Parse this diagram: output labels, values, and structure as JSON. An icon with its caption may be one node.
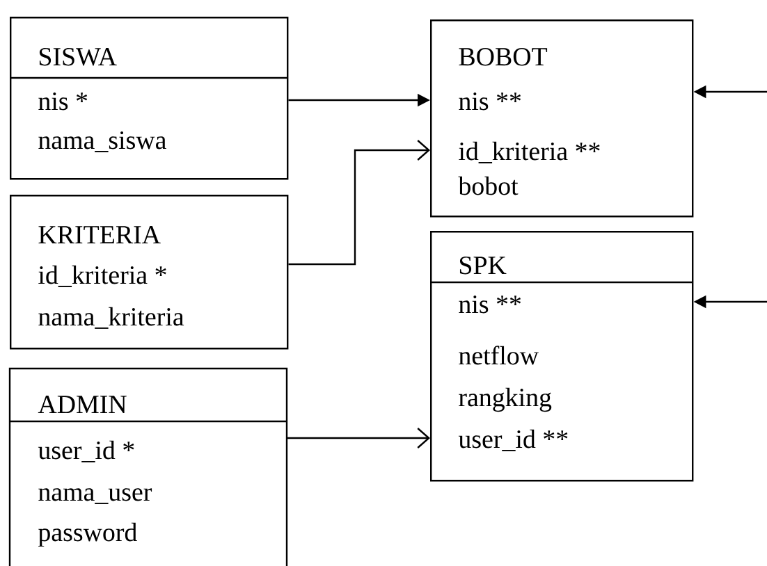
{
  "diagram": {
    "nodes": [
      {
        "text": [
          "SISWA",
          "nis *",
          "nama_siswa"
        ]
      },
      {
        "text": [
          "KRITERIA",
          "id_kriteria *",
          "nama_kriteria"
        ]
      },
      {
        "text": [
          "ADMIN",
          "user_id *",
          "nama_user",
          "password"
        ]
      },
      {
        "text": [
          "BOBOT",
          "nis **",
          "id_kriteria **",
          "bobot"
        ]
      },
      {
        "text": [
          "SPK",
          "nis **",
          "netflow",
          "rangking",
          "user_id **"
        ]
      }
    ],
    "edges": [
      {
        "from": 0,
        "to": 3,
        "arrow": "to"
      },
      {
        "from": 1,
        "to": 3,
        "arrow": "to"
      },
      {
        "from": 2,
        "to": 4,
        "arrow": "to"
      },
      {
        "from": null,
        "to": 3,
        "arrow": "to"
      },
      {
        "from": null,
        "to": 4,
        "arrow": "to"
      }
    ]
  }
}
